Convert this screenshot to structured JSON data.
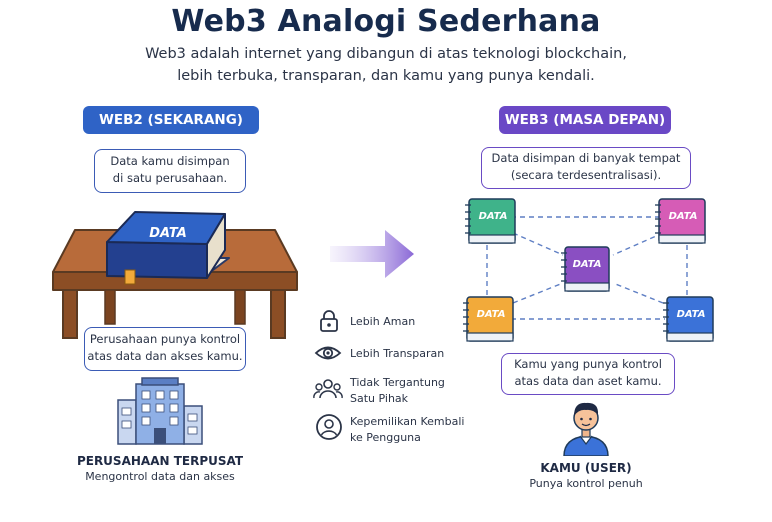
{
  "header": {
    "title": "Web3 Analogi Sederhana",
    "subtitle_line1": "Web3 adalah internet yang dibangun di atas teknologi blockchain,",
    "subtitle_line2": "lebih terbuka, transparan, dan kamu yang punya kendali."
  },
  "web2": {
    "badge": "WEB2 (SEKARANG)",
    "top_note_line1": "Data kamu disimpan",
    "top_note_line2": "di satu perusahaan.",
    "book_label": "DATA",
    "bottom_note_line1": "Perusahaan punya kontrol",
    "bottom_note_line2": "atas data dan akses kamu.",
    "caption_title": "PERUSAHAAN TERPUSAT",
    "caption_sub": "Mengontrol data dan akses"
  },
  "web3": {
    "badge": "WEB3 (MASA DEPAN)",
    "top_note_line1": "Data disimpan di banyak tempat",
    "top_note_line2": "(secara terdesentralisasi).",
    "book_labels": [
      "DATA",
      "DATA",
      "DATA",
      "DATA",
      "DATA"
    ],
    "bottom_note_line1": "Kamu yang punya kontrol",
    "bottom_note_line2": "atas data dan aset kamu.",
    "caption_title": "KAMU (USER)",
    "caption_sub": "Punya kontrol penuh"
  },
  "features": [
    {
      "icon": "lock-icon",
      "line1": "Lebih Aman",
      "line2": ""
    },
    {
      "icon": "eye-icon",
      "line1": "Lebih Transparan",
      "line2": ""
    },
    {
      "icon": "people-icon",
      "line1": "Tidak Tergantung",
      "line2": "Satu Pihak"
    },
    {
      "icon": "user-circle-icon",
      "line1": "Kepemilikan Kembali",
      "line2": "ke Pengguna"
    }
  ],
  "colors": {
    "web2_blue": "#2f63c6",
    "web3_purple": "#6a48c6",
    "book_green": "#3fb38a",
    "book_pink": "#d65cb6",
    "book_purple": "#8a4fc2",
    "book_orange": "#f2aa3a",
    "book_blue": "#3b72d8"
  }
}
